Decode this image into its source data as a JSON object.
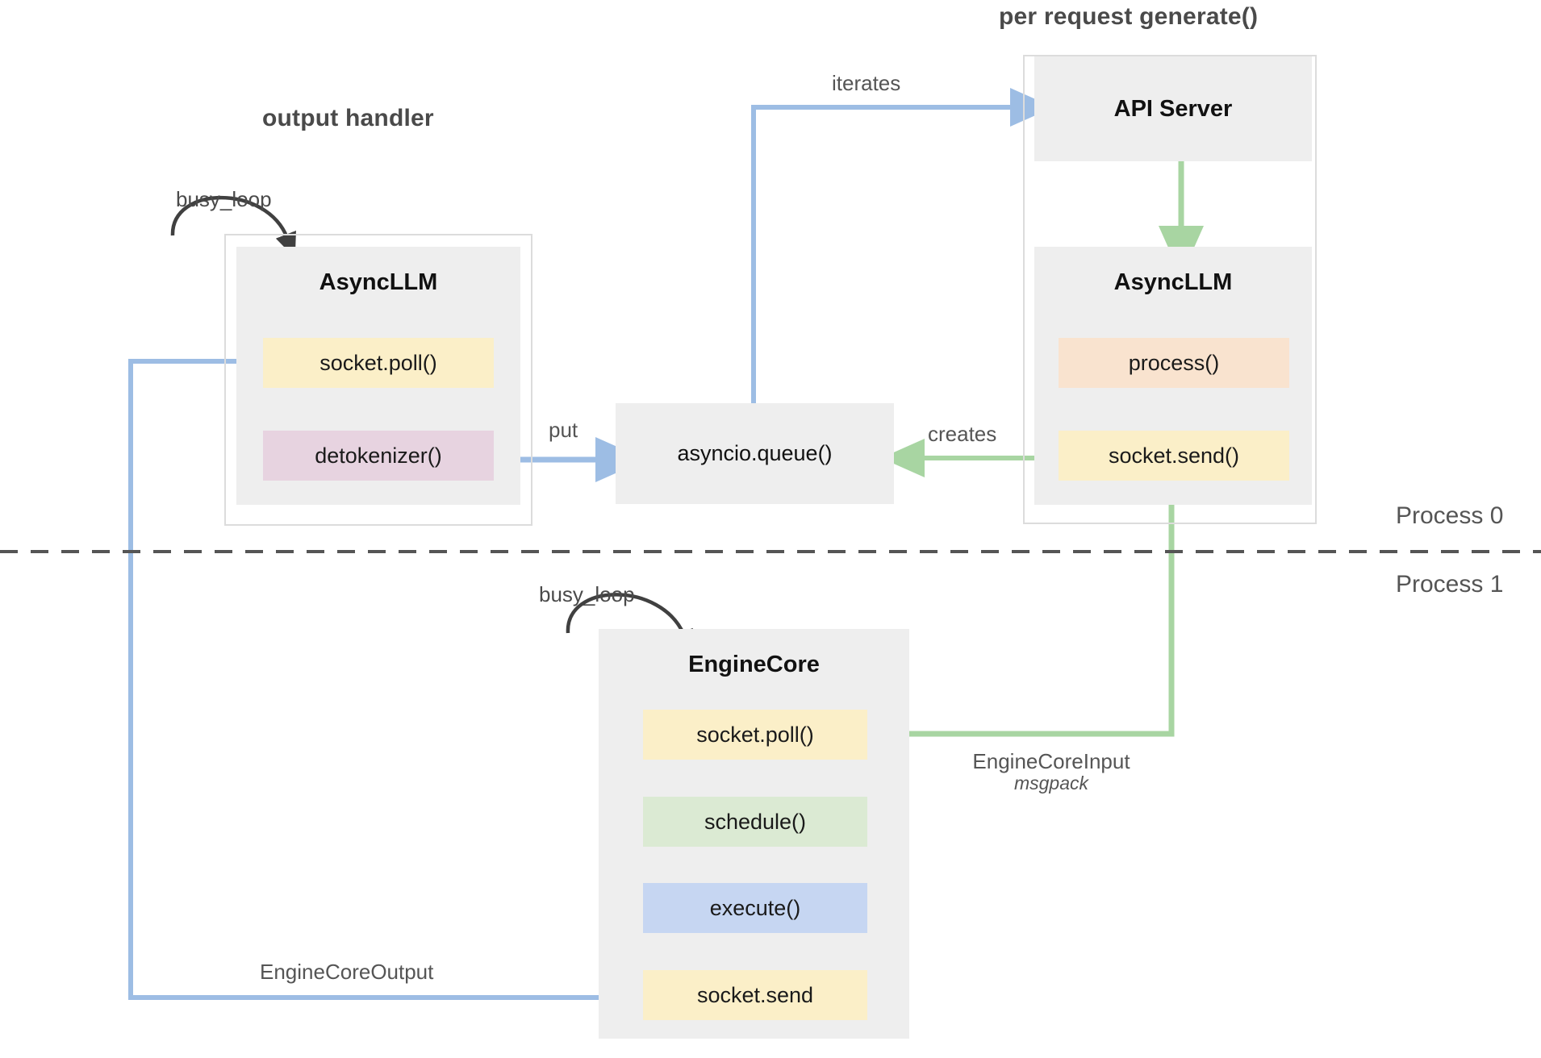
{
  "diagram": {
    "title_left": "output handler",
    "title_right": "per request generate()",
    "process_top": "Process 0",
    "process_bottom": "Process 1"
  },
  "output_handler": {
    "loop_label": "busy_loop",
    "component": "AsyncLLM",
    "methods": [
      {
        "label": "socket.poll()",
        "color": "#fbefc8"
      },
      {
        "label": "detokenizer()",
        "color": "#e7d3e0"
      }
    ]
  },
  "queue": {
    "label": "asyncio.queue()"
  },
  "api_server": {
    "component": "API Server"
  },
  "request_async_llm": {
    "component": "AsyncLLM",
    "methods": [
      {
        "label": "process()",
        "color": "#f9e3cf"
      },
      {
        "label": "socket.send()",
        "color": "#fbefc8"
      }
    ]
  },
  "engine_core": {
    "loop_label": "busy_loop",
    "component": "EngineCore",
    "methods": [
      {
        "label": "socket.poll()",
        "color": "#fbefc8"
      },
      {
        "label": "schedule()",
        "color": "#dbead3"
      },
      {
        "label": "execute()",
        "color": "#c6d6f2"
      },
      {
        "label": "socket.send",
        "color": "#fbefc8"
      }
    ]
  },
  "edges": {
    "iterates": "iterates",
    "put": "put",
    "creates": "creates",
    "engine_core_input": "EngineCoreInput",
    "engine_core_input_sub": "msgpack",
    "engine_core_output": "EngineCoreOutput"
  },
  "colors": {
    "blue_arrow": "#9dbde4",
    "green_arrow": "#a8d5a2",
    "black_arrow": "#404040",
    "box_gray": "#eeeeee",
    "frame_gray": "#dcdcdc",
    "divider": "#555555"
  }
}
